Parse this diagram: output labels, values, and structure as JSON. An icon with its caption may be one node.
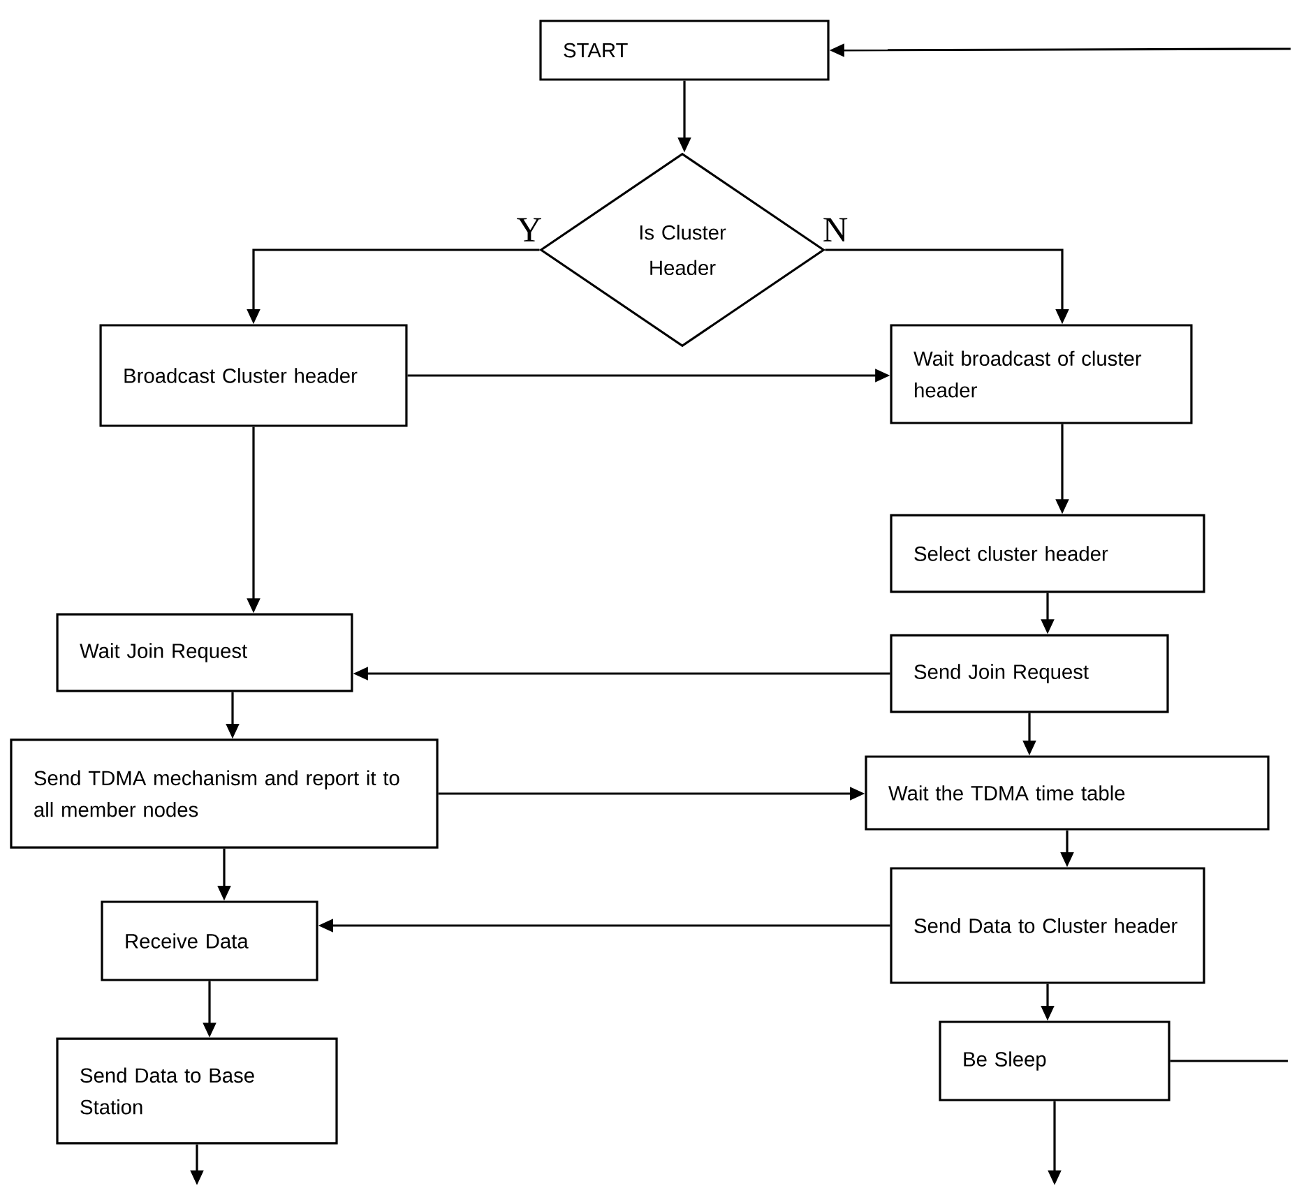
{
  "diagram": {
    "nodes": [
      {
        "text": [
          "START"
        ]
      },
      {
        "text": [
          "Is Cluster Header"
        ]
      },
      {
        "text": [
          "Broadcast Cluster header"
        ]
      },
      {
        "text": [
          "Wait broadcast of cluster header"
        ]
      },
      {
        "text": [
          "Select cluster header"
        ]
      },
      {
        "text": [
          "Wait Join Request"
        ]
      },
      {
        "text": [
          "Send Join Request"
        ]
      },
      {
        "text": [
          "Send TDMA mechanism and report it to all member nodes"
        ]
      },
      {
        "text": [
          "Wait the TDMA time table"
        ]
      },
      {
        "text": [
          "Send Data to Cluster header"
        ]
      },
      {
        "text": [
          "Receive Data"
        ]
      },
      {
        "text": [
          "Send Data to Base Station"
        ]
      },
      {
        "text": [
          "Be Sleep"
        ]
      }
    ],
    "edges": [
      {
        "from": 0,
        "to": 1,
        "arrow": "to"
      },
      {
        "from": 1,
        "to": 2,
        "arrow": "to",
        "label": "Y"
      },
      {
        "from": 1,
        "to": 3,
        "arrow": "to",
        "label": "N"
      },
      {
        "from": 2,
        "to": 3,
        "arrow": "to"
      },
      {
        "from": 3,
        "to": 4,
        "arrow": "to"
      },
      {
        "from": 2,
        "to": 5,
        "arrow": "to"
      },
      {
        "from": 4,
        "to": 6,
        "arrow": "to"
      },
      {
        "from": 6,
        "to": 5,
        "arrow": "to"
      },
      {
        "from": 5,
        "to": 7,
        "arrow": "to"
      },
      {
        "from": 6,
        "to": 8,
        "arrow": "to"
      },
      {
        "from": 7,
        "to": 8,
        "arrow": "to"
      },
      {
        "from": 8,
        "to": 9,
        "arrow": "to"
      },
      {
        "from": 7,
        "to": 10,
        "arrow": "to"
      },
      {
        "from": 9,
        "to": 10,
        "arrow": "to"
      },
      {
        "from": 10,
        "to": 11,
        "arrow": "to"
      },
      {
        "from": 9,
        "to": 12,
        "arrow": "to"
      },
      {
        "from": 11,
        "to": null,
        "arrow": "to"
      },
      {
        "from": 12,
        "to": null,
        "arrow": "to"
      },
      {
        "from": 12,
        "to": null,
        "arrow": "none"
      },
      {
        "from": null,
        "to": 0,
        "arrow": "to"
      }
    ]
  }
}
